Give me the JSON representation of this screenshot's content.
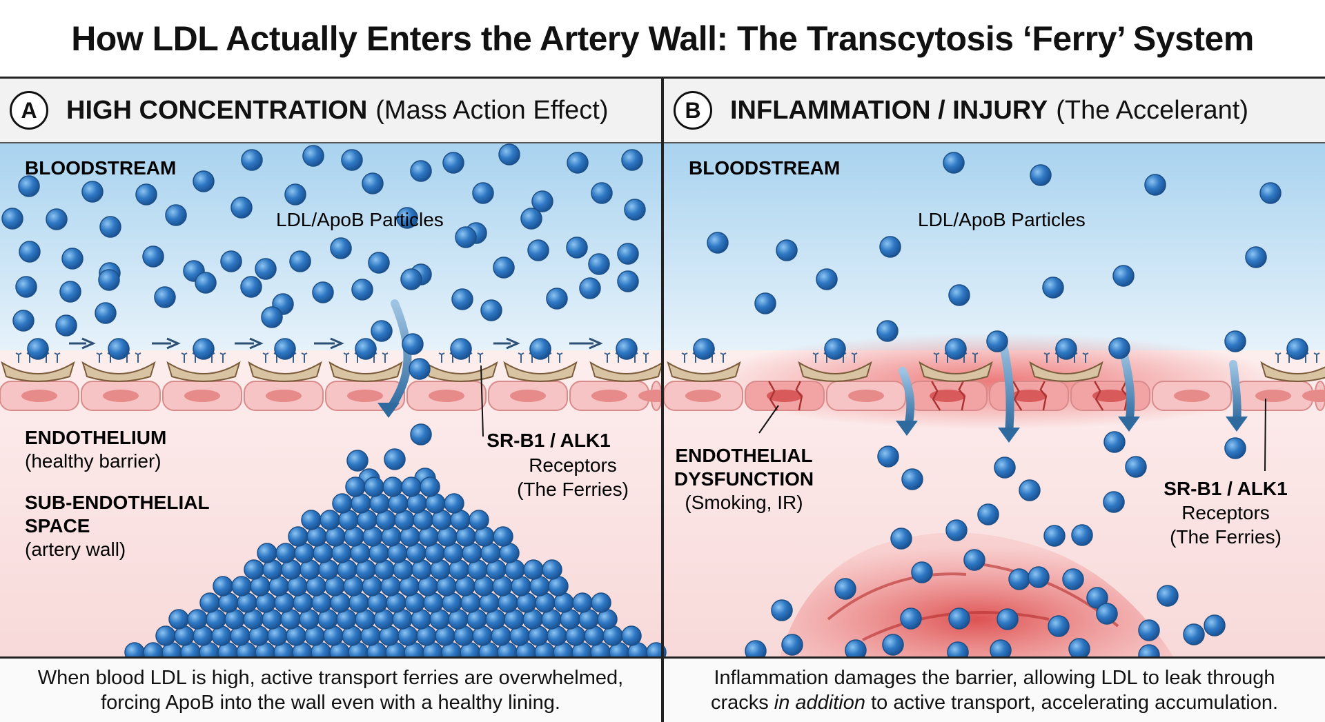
{
  "title": "How LDL Actually Enters the Artery Wall: The Transcytosis ‘Ferry’ System",
  "panel_a": {
    "letter": "A",
    "heading": "HIGH CONCENTRATION",
    "subheading": "(Mass Action Effect)",
    "bloodstream_label": "BLOODSTREAM",
    "particles_label": "LDL/ApoB Particles",
    "endothelium_label": "ENDOTHELIUM",
    "endothelium_note": "(healthy barrier)",
    "subendothelial_label_1": "SUB-ENDOTHELIAL",
    "subendothelial_label_2": "SPACE",
    "subendothelial_note": "(artery wall)",
    "receptor_label": "SR-B1 / ALK1",
    "receptor_line2": "Receptors",
    "receptor_line3": "(The Ferries)",
    "caption_line1": "When blood LDL is high, active transport ferries are overwhelmed,",
    "caption_line2": "forcing ApoB into the wall even with a healthy lining."
  },
  "panel_b": {
    "letter": "B",
    "heading": "INFLAMMATION / INJURY",
    "subheading": "(The Accelerant)",
    "bloodstream_label": "BLOODSTREAM",
    "particles_label": "LDL/ApoB Particles",
    "dysfunction_label_1": "ENDOTHELIAL",
    "dysfunction_label_2": "DYSFUNCTION",
    "dysfunction_note": "(Smoking, IR)",
    "receptor_label": "SR-B1 / ALK1",
    "receptor_line2": "Receptors",
    "receptor_line3": "(The Ferries)",
    "caption_line1": "Inflammation damages the barrier, allowing LDL to leak through",
    "caption_pre": "cracks ",
    "caption_em": "in addition",
    "caption_post": " to active transport, accelerating accumulation."
  },
  "colors": {
    "blood_top": "#a9d3ef",
    "blood_bottom": "#e6f2fa",
    "wall": "#fbe3e3",
    "particle": "#2f78c4",
    "inflammation": "#e85555",
    "ferry": "#d8c3a3"
  },
  "icons": {
    "particle": "ldl-particle-icon",
    "ferry": "ferry-boat-icon",
    "arrow": "transport-arrow-icon"
  }
}
